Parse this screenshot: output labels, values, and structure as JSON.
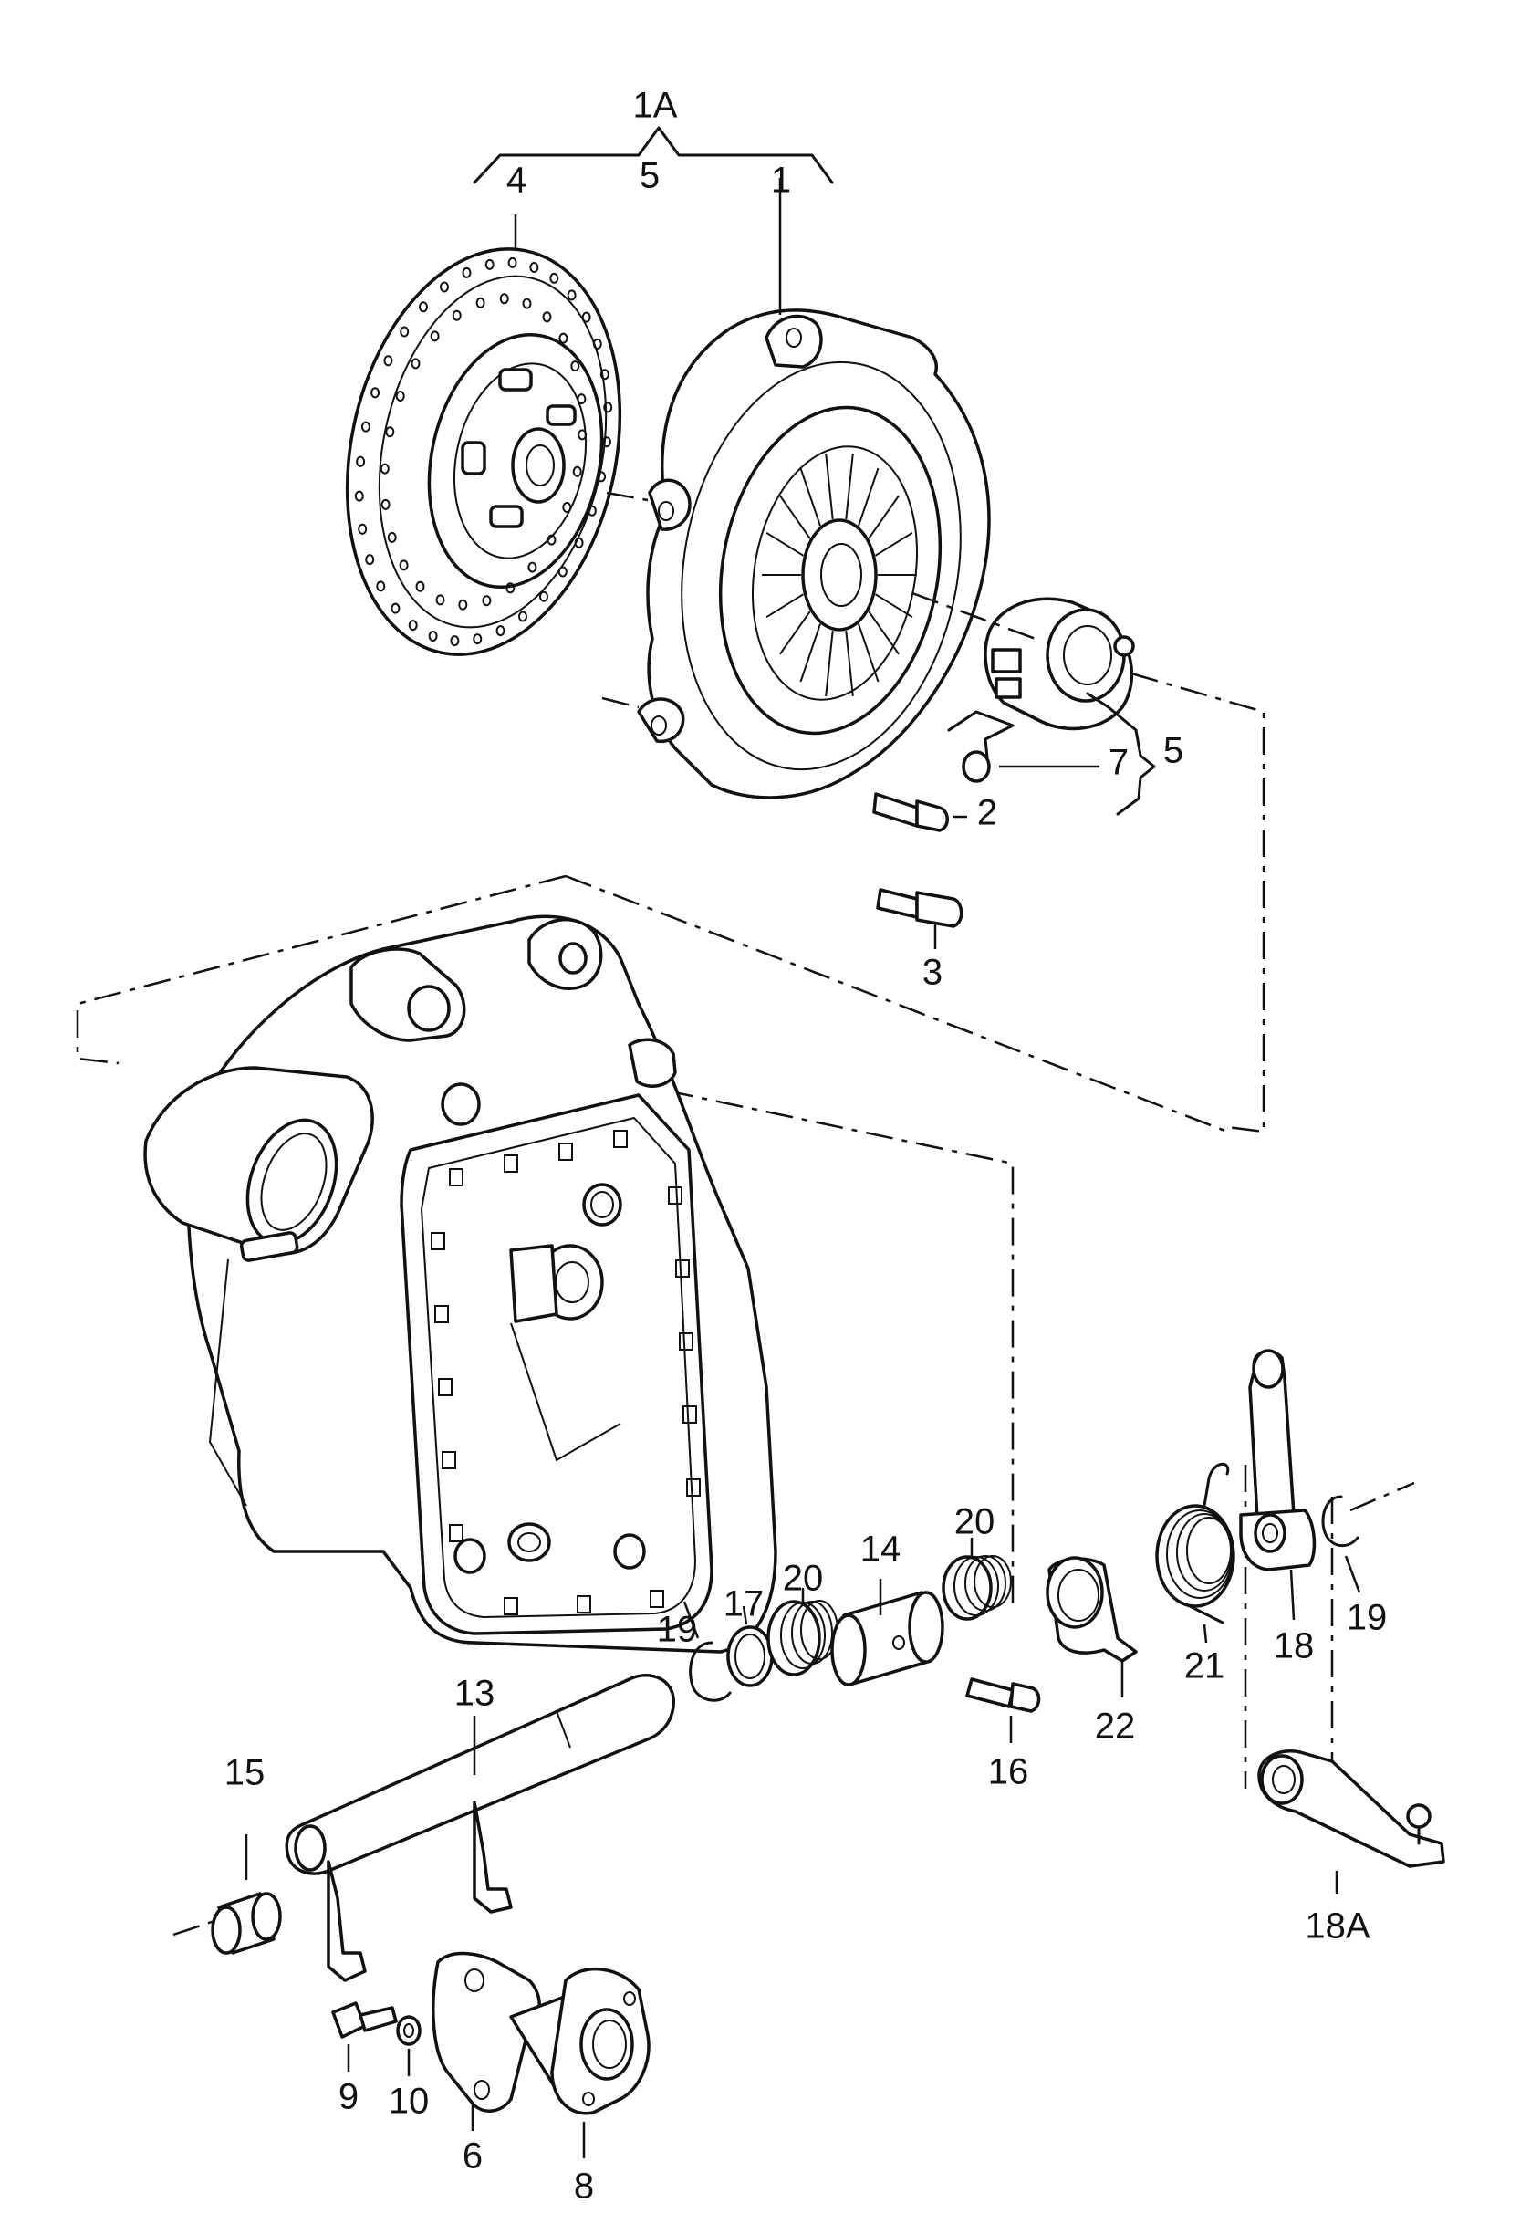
{
  "labels": {
    "p1A": "1A",
    "p5_top": "5",
    "p4": "4",
    "p1": "1",
    "p7": "7",
    "p5_right": "5",
    "p2": "2",
    "p3": "3",
    "p20_a": "20",
    "p14": "14",
    "p20_b": "20",
    "p17": "17",
    "p19_a": "19",
    "p13": "13",
    "p16": "16",
    "p22": "22",
    "p21": "21",
    "p18": "18",
    "p19_b": "19",
    "p15": "15",
    "p18A": "18A",
    "p9": "9",
    "p10": "10",
    "p6": "6",
    "p8": "8"
  }
}
